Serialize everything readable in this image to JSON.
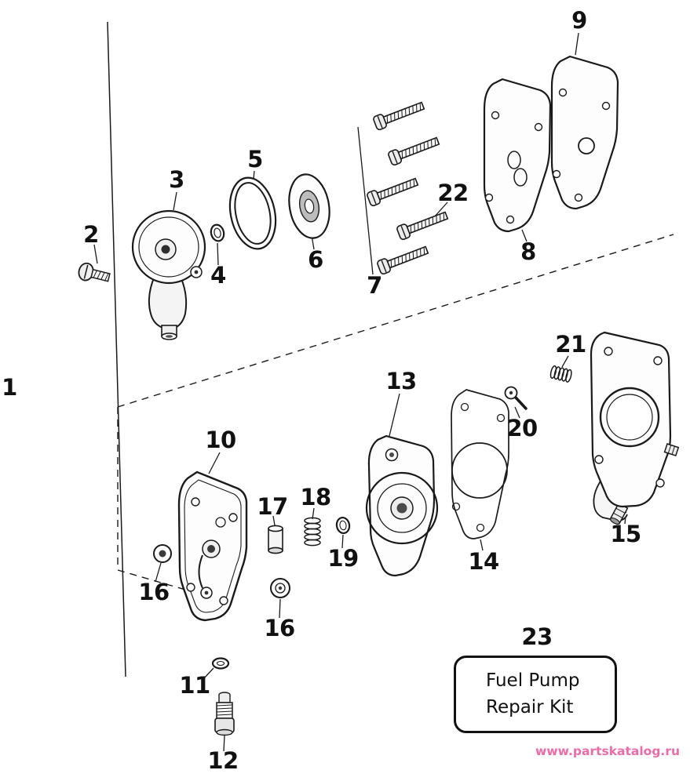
{
  "callouts": {
    "c1": "1",
    "c2": "2",
    "c3": "3",
    "c4": "4",
    "c5": "5",
    "c6": "6",
    "c7": "7",
    "c8": "8",
    "c9": "9",
    "c10": "10",
    "c11": "11",
    "c12": "12",
    "c13": "13",
    "c14": "14",
    "c15": "15",
    "c16a": "16",
    "c16b": "16",
    "c17": "17",
    "c18": "18",
    "c19": "19",
    "c20": "20",
    "c21": "21",
    "c22": "22",
    "c23": "23"
  },
  "kit_box": {
    "label": "Fuel Pump Repair Kit"
  },
  "watermark": {
    "text": "www.partskatalog.ru",
    "color": "#ee6ba8"
  },
  "colors": {
    "line": "#1a1a1a",
    "background": "#ffffff"
  }
}
